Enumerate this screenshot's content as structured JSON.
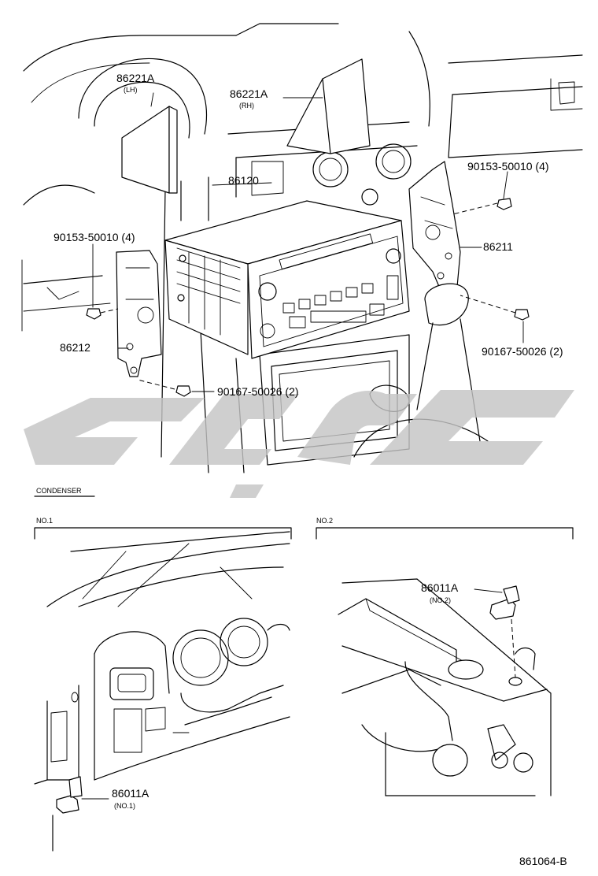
{
  "parts": {
    "bracket_lh": {
      "number": "86221A",
      "side": "(LH)"
    },
    "bracket_rh": {
      "number": "86221A",
      "side": "(RH)"
    },
    "radio_receiver": {
      "number": "86120"
    },
    "screw_upper_right": {
      "number": "90153-50010 (4)"
    },
    "screw_upper_left": {
      "number": "90153-50010 (4)"
    },
    "bracket_right": {
      "number": "86211"
    },
    "bracket_left": {
      "number": "86212"
    },
    "screw_lower_right": {
      "number": "90167-50026 (2)"
    },
    "screw_lower_left": {
      "number": "90167-50026 (2)"
    },
    "condenser_no1": {
      "number": "86011A",
      "variant": "(NO.1)"
    },
    "condenser_no2": {
      "number": "86011A",
      "variant": "(NO.2)"
    }
  },
  "sections": {
    "condenser": "CONDENSER",
    "no1": "NO.1",
    "no2": "NO.2"
  },
  "diagram_code": "861064-B"
}
